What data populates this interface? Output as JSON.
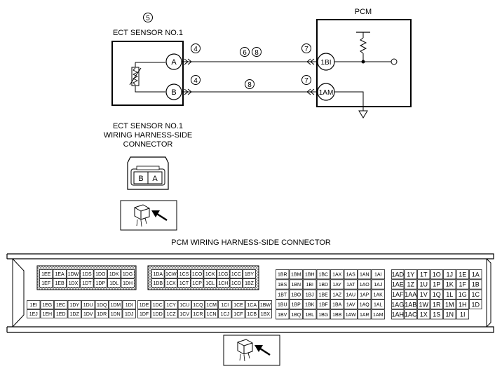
{
  "ect": {
    "ref": "5",
    "title": "ECT SENSOR NO.1",
    "pins": [
      "A",
      "B"
    ],
    "caption": [
      "ECT SENSOR NO.1",
      "WIRING HARNESS-SIDE",
      "CONNECTOR"
    ],
    "conn_pins": [
      "B",
      "A"
    ]
  },
  "pcm": {
    "title": "PCM",
    "terminals": [
      "1BI",
      "1AM"
    ],
    "connector_title": "PCM WIRING HARNESS-SIDE CONNECTOR"
  },
  "wires": [
    {
      "left_ref": "4",
      "mid_refs": [
        "6",
        "8"
      ],
      "right_ref": "7"
    },
    {
      "left_ref": "4",
      "mid_refs": [
        "8"
      ],
      "right_ref": "7"
    }
  ],
  "pcm_connector": {
    "blockA": {
      "top": [
        [
          "1EE",
          "1EA",
          "1DW",
          "1DS",
          "1DO",
          "1DK",
          "1DG"
        ],
        [
          "1EF",
          "1EB",
          "1DX",
          "1DT",
          "1DP",
          "1DL",
          "1DH"
        ]
      ],
      "bottom": [
        [
          "1EI",
          "1EG",
          "1EC",
          "1DY",
          "1DU",
          "1DQ",
          "1DM",
          "1DI"
        ],
        [
          "1EJ",
          "1EH",
          "1ED",
          "1DZ",
          "1DV",
          "1DR",
          "1DN",
          "1DJ"
        ]
      ]
    },
    "blockB": {
      "top": [
        [
          "1DA",
          "1CW",
          "1CS",
          "1CO",
          "1CK",
          "1CG",
          "1CC",
          "1BY"
        ],
        [
          "1DB",
          "1CX",
          "1CT",
          "1CP",
          "1CL",
          "1CH",
          "1CD",
          "1BZ"
        ]
      ],
      "bottom": [
        [
          "1DE",
          "1DC",
          "1CY",
          "1CU",
          "1CQ",
          "1CM",
          "1CI",
          "1CE",
          "1CA",
          "1BW"
        ],
        [
          "1DF",
          "1DD",
          "1CZ",
          "1CV",
          "1CR",
          "1CN",
          "1CJ",
          "1CF",
          "1CB",
          "1BX"
        ]
      ]
    },
    "blockC": [
      [
        "1BR",
        "1BM",
        "1BH",
        "1BC",
        "1AX",
        "1AS",
        "1AN",
        "1AI"
      ],
      [
        "1BS",
        "1BN",
        "1BI",
        "1BD",
        "1AY",
        "1AT",
        "1AO",
        "1AJ"
      ],
      [
        "1BT",
        "1BO",
        "1BJ",
        "1BE",
        "1AZ",
        "1AU",
        "1AP",
        "1AK"
      ],
      [
        "1BU",
        "1BP",
        "1BK",
        "1BF",
        "1BA",
        "1AV",
        "1AQ",
        "1AL"
      ],
      [
        "1BV",
        "1BQ",
        "1BL",
        "1BG",
        "1BB",
        "1AW",
        "1AR",
        "1AM"
      ]
    ],
    "blockD": [
      [
        "1AD",
        "1Y",
        "1T",
        "1O",
        "1J",
        "1E",
        "1A"
      ],
      [
        "1AE",
        "1Z",
        "1U",
        "1P",
        "1K",
        "1F",
        "1B"
      ],
      [
        "1AF",
        "1AA",
        "1V",
        "1Q",
        "1L",
        "1G",
        "1C"
      ],
      [
        "1AG",
        "1AB",
        "1W",
        "1R",
        "1M",
        "1H",
        "1D"
      ],
      [
        "1AH",
        "1AC",
        "1X",
        "1S",
        "1N",
        "1I"
      ]
    ]
  }
}
